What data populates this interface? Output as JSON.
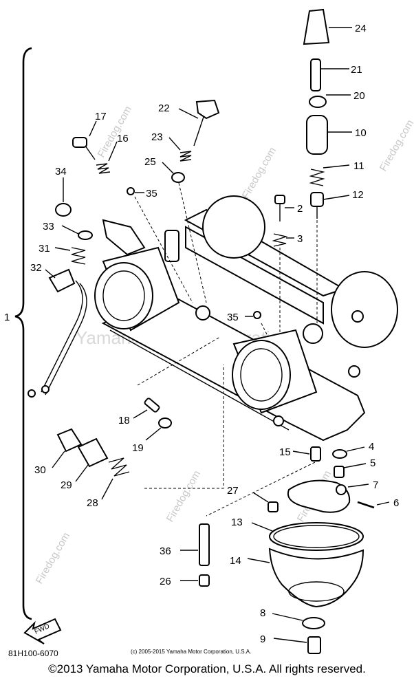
{
  "diagram_code": "81H100-6070",
  "small_copyright": "(c) 2005-2015 Yamaha Motor Corporation, U.S.A.",
  "copyright": "©2013 Yamaha Motor Corporation, U.S.A. All rights reserved.",
  "watermarks": {
    "firedog": "Firedog.com",
    "yamaha": "Yamaha Motor Corporation"
  },
  "fwd_label": "FWD",
  "group_label": "1",
  "callouts": [
    {
      "id": "24",
      "text": "24"
    },
    {
      "id": "21",
      "text": "21"
    },
    {
      "id": "20",
      "text": "20"
    },
    {
      "id": "10",
      "text": "10"
    },
    {
      "id": "11",
      "text": "11"
    },
    {
      "id": "12",
      "text": "12"
    },
    {
      "id": "2",
      "text": "2"
    },
    {
      "id": "3",
      "text": "3"
    },
    {
      "id": "17",
      "text": "17"
    },
    {
      "id": "16",
      "text": "16"
    },
    {
      "id": "22",
      "text": "22"
    },
    {
      "id": "23",
      "text": "23"
    },
    {
      "id": "25",
      "text": "25"
    },
    {
      "id": "35a",
      "text": "35"
    },
    {
      "id": "34",
      "text": "34"
    },
    {
      "id": "33",
      "text": "33"
    },
    {
      "id": "31",
      "text": "31"
    },
    {
      "id": "32",
      "text": "32"
    },
    {
      "id": "35b",
      "text": "35"
    },
    {
      "id": "18",
      "text": "18"
    },
    {
      "id": "19",
      "text": "19"
    },
    {
      "id": "30",
      "text": "30"
    },
    {
      "id": "29",
      "text": "29"
    },
    {
      "id": "28",
      "text": "28"
    },
    {
      "id": "15",
      "text": "15"
    },
    {
      "id": "4",
      "text": "4"
    },
    {
      "id": "5",
      "text": "5"
    },
    {
      "id": "7",
      "text": "7"
    },
    {
      "id": "6",
      "text": "6"
    },
    {
      "id": "27",
      "text": "27"
    },
    {
      "id": "13",
      "text": "13"
    },
    {
      "id": "36",
      "text": "36"
    },
    {
      "id": "14",
      "text": "14"
    },
    {
      "id": "26",
      "text": "26"
    },
    {
      "id": "8",
      "text": "8"
    },
    {
      "id": "9",
      "text": "9"
    }
  ]
}
